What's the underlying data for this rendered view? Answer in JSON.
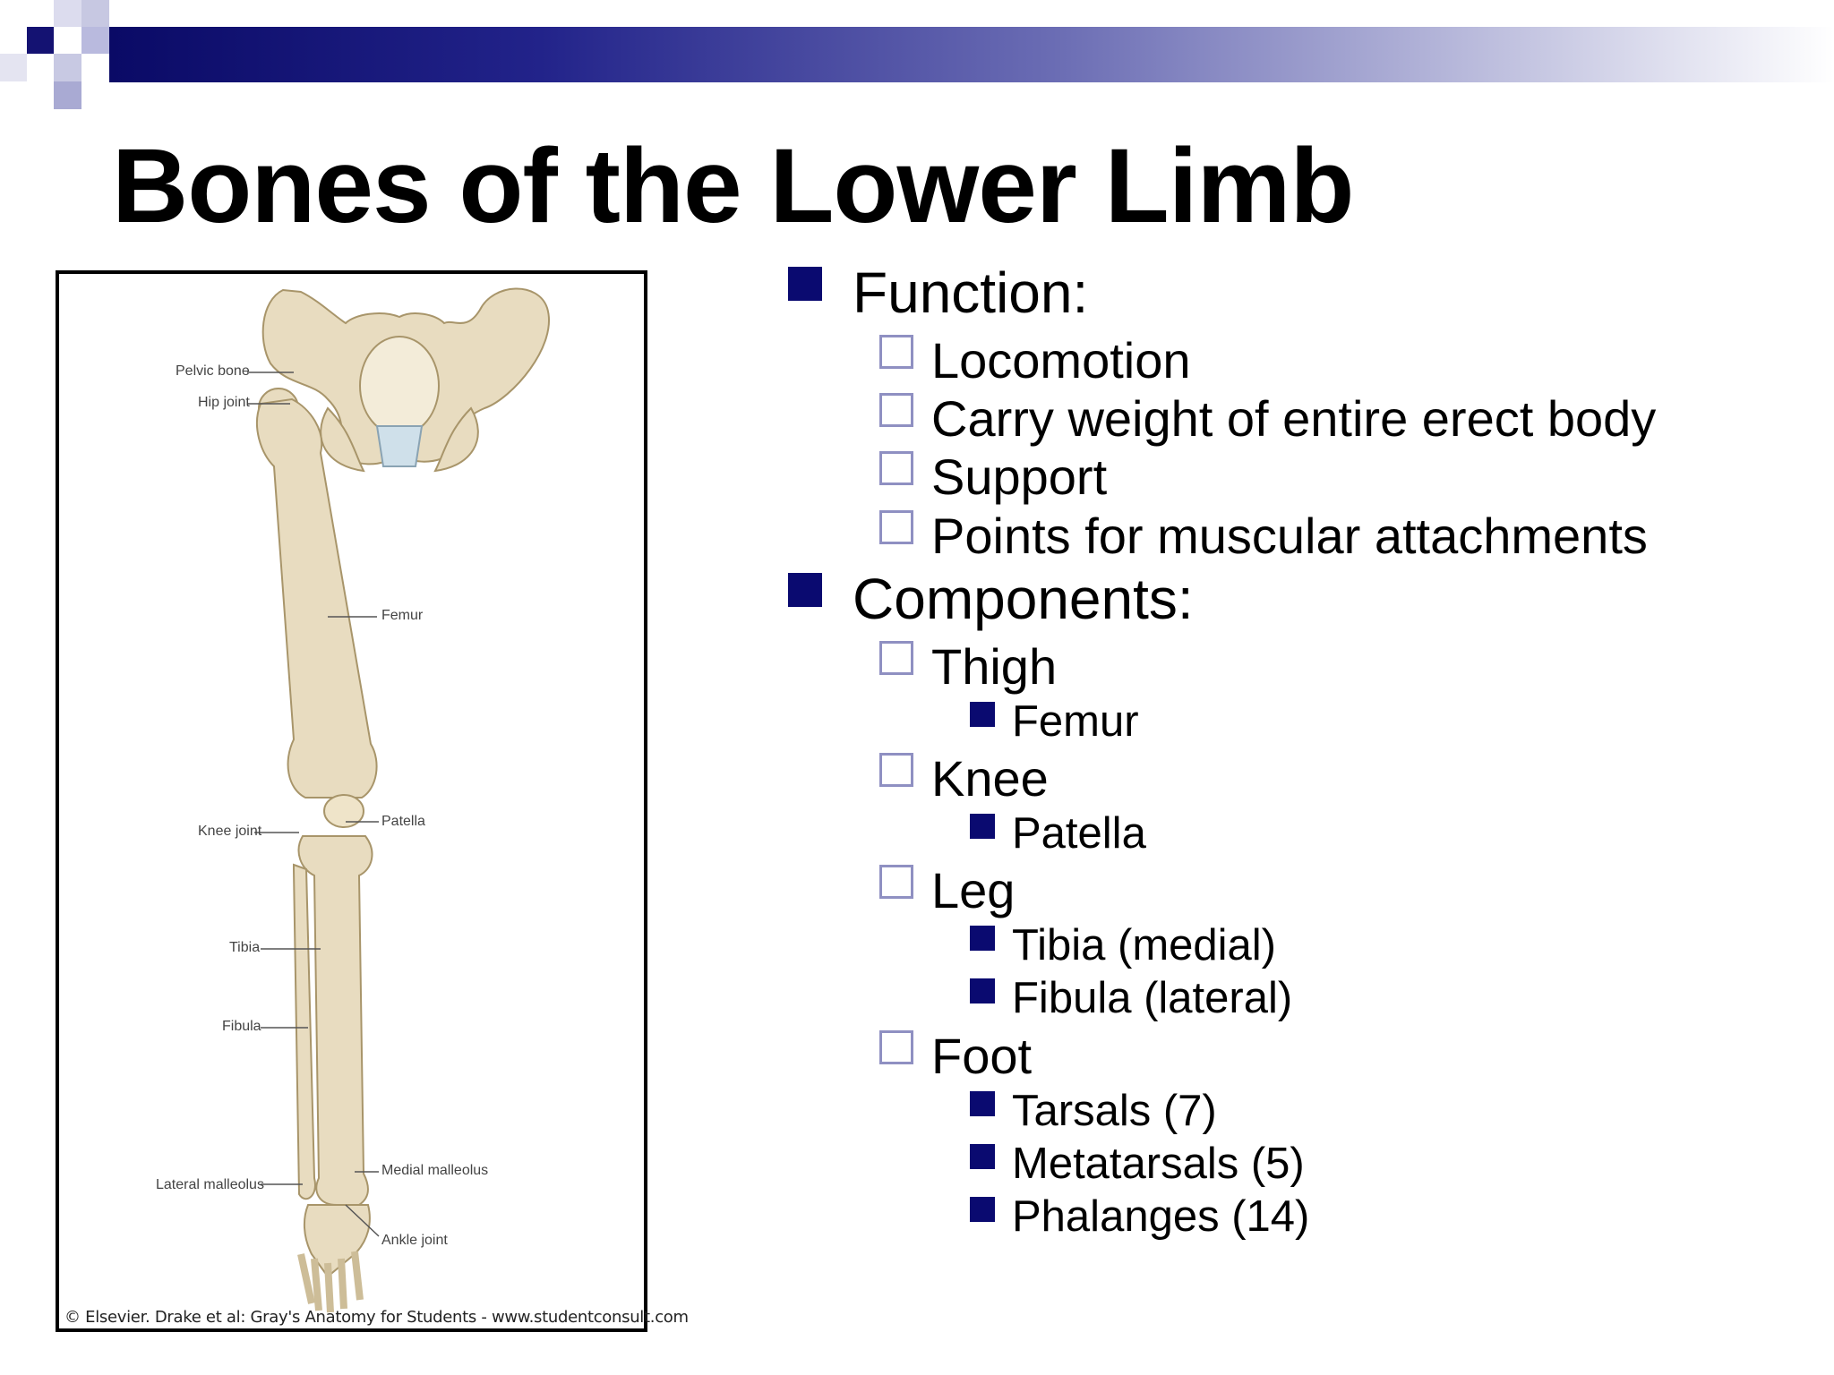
{
  "title": "Bones of the Lower Limb",
  "figure": {
    "labels": {
      "pelvic_bone": "Pelvic bone",
      "hip_joint": "Hip joint",
      "femur": "Femur",
      "patella": "Patella",
      "knee_joint": "Knee joint",
      "tibia": "Tibia",
      "fibula": "Fibula",
      "medial_malleolus": "Medial malleolus",
      "lateral_malleolus": "Lateral malleolus",
      "ankle_joint": "Ankle joint"
    },
    "credit": "© Elsevier. Drake et al: Gray's Anatomy for Students - www.studentconsult.com"
  },
  "bullets": {
    "function": {
      "heading": "Function:",
      "items": [
        "Locomotion",
        "Carry weight of entire erect body",
        "Support",
        "Points for muscular attachments"
      ]
    },
    "components": {
      "heading": "Components:",
      "thigh": {
        "label": "Thigh",
        "items": [
          "Femur"
        ]
      },
      "knee": {
        "label": "Knee",
        "items": [
          "Patella"
        ]
      },
      "leg": {
        "label": "Leg",
        "items": [
          "Tibia (medial)",
          "Fibula (lateral)"
        ]
      },
      "foot": {
        "label": "Foot",
        "items": [
          "Tarsals (7)",
          "Metatarsals  (5)",
          "Phalanges (14)"
        ]
      }
    }
  },
  "colors": {
    "bullet_fill": "#0a0a70",
    "bullet_outline": "#8f90c2",
    "bone": "#e8dcc0"
  }
}
